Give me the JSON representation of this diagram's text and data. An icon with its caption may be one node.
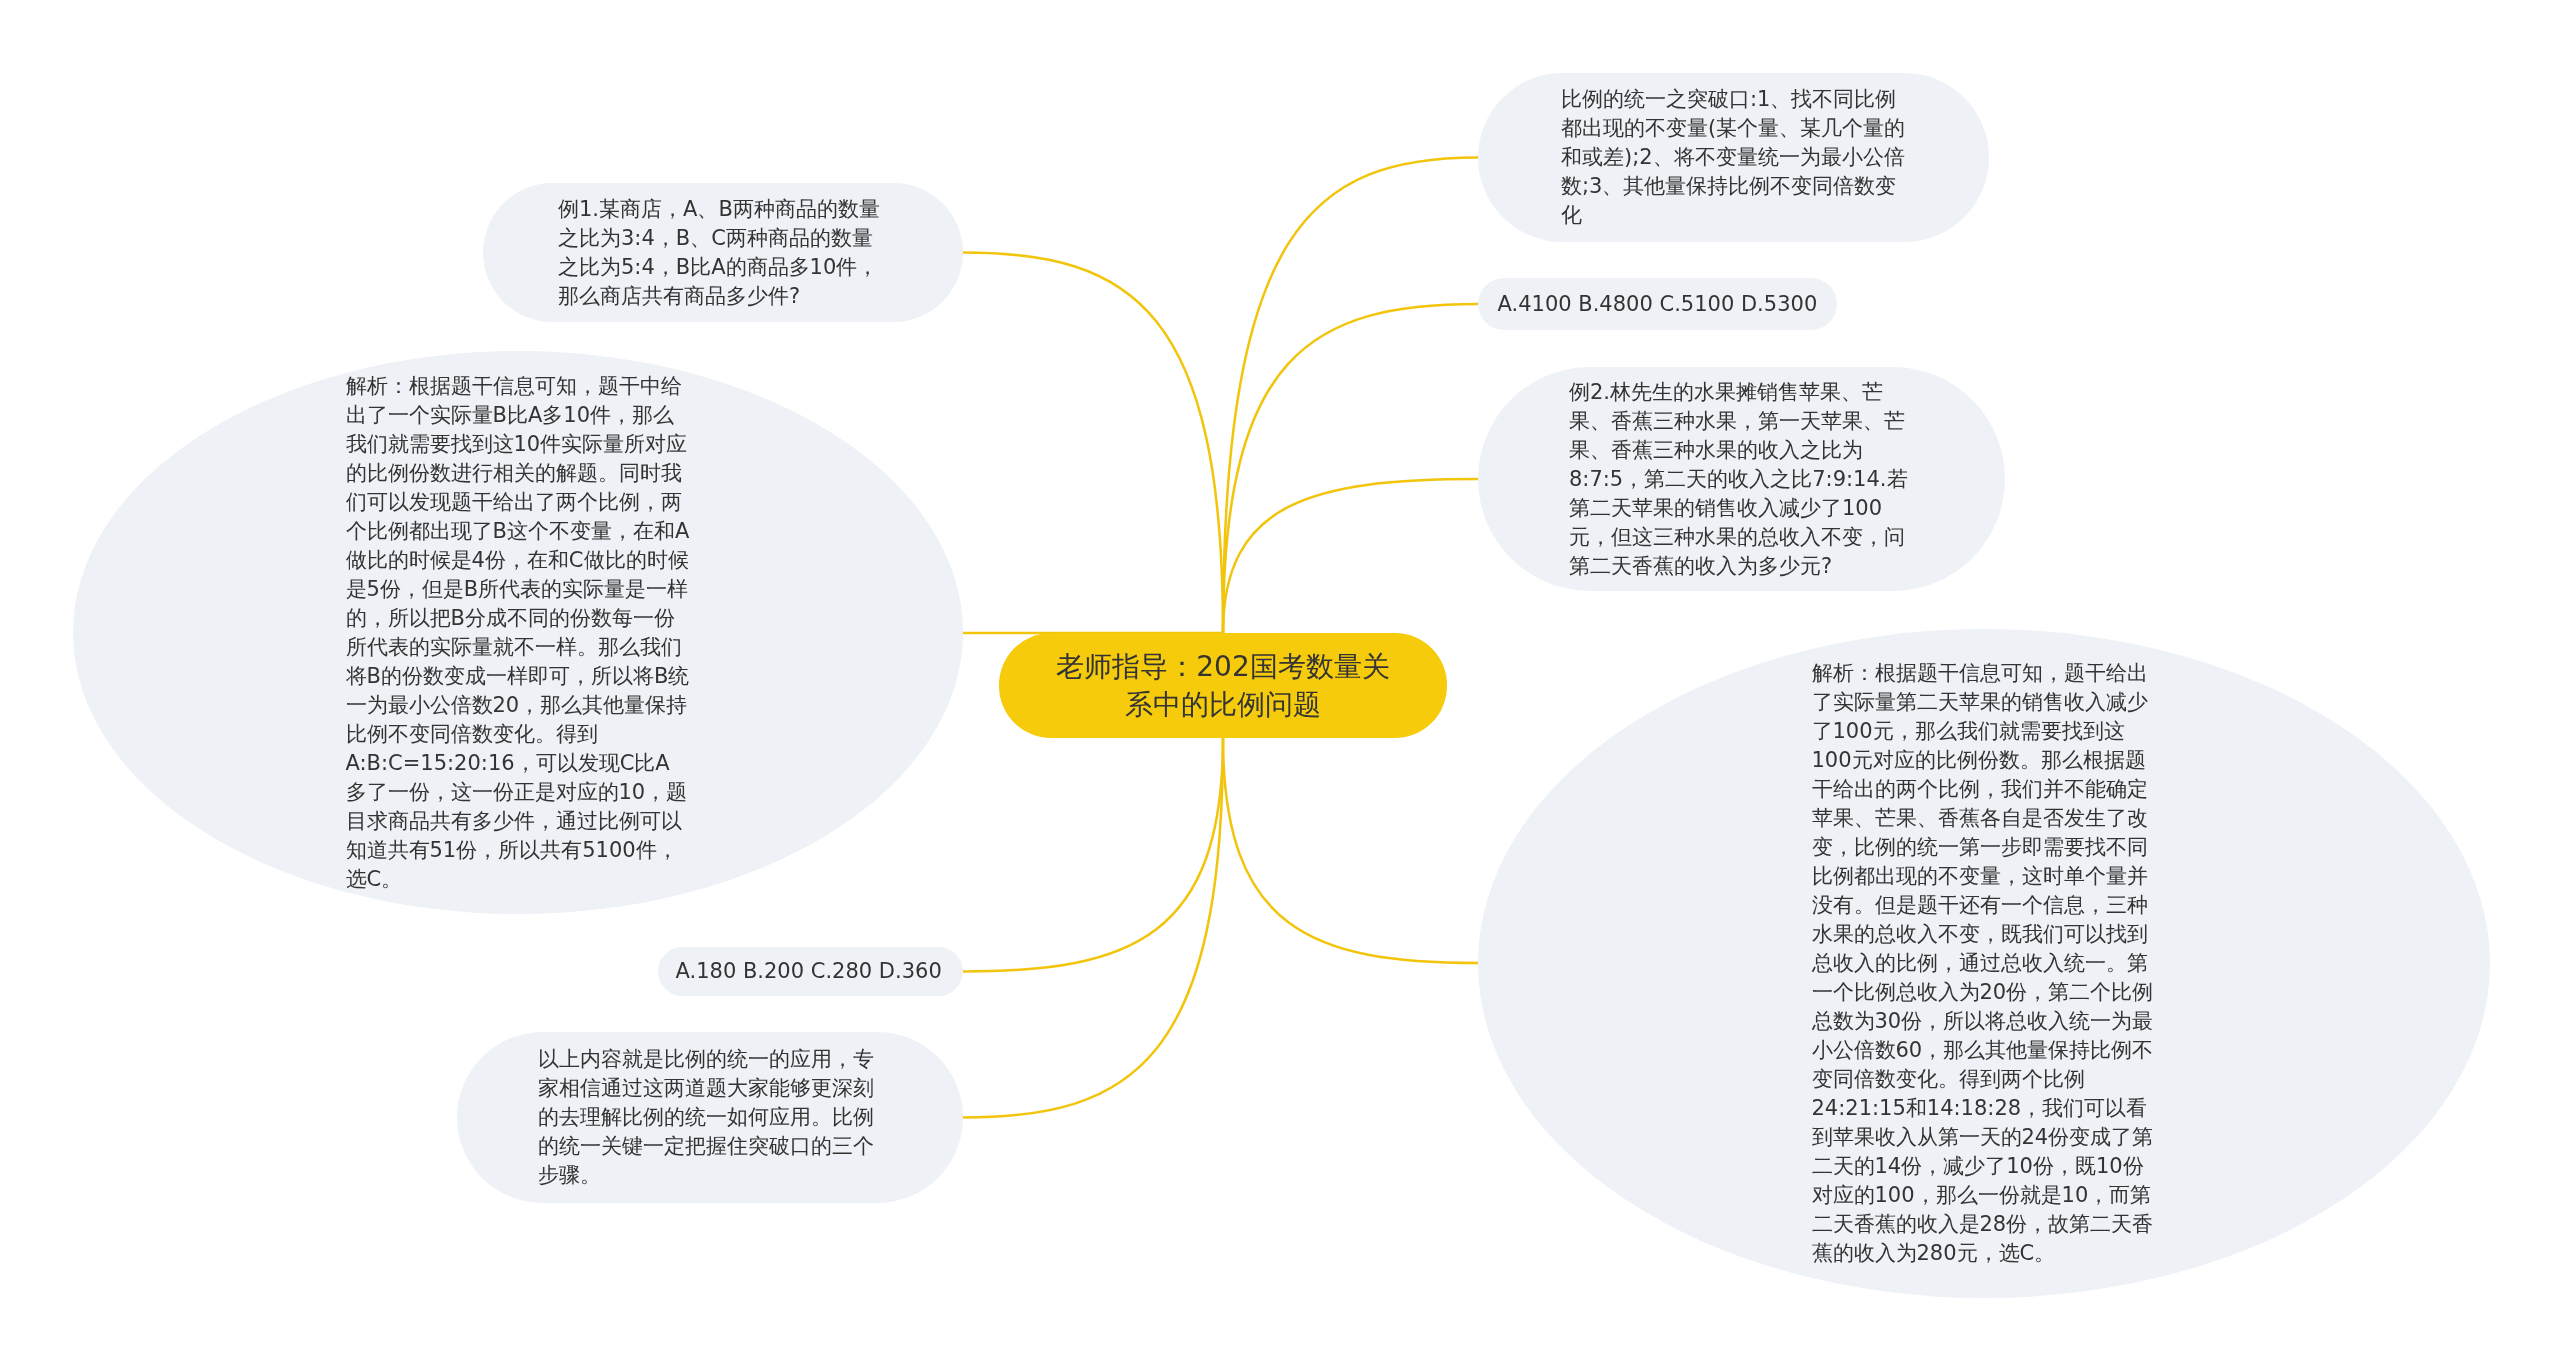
{
  "diagram": {
    "nodes": [
      {
        "text": [
          "老师指导：202国考数量关系中的比例问题"
        ]
      },
      {
        "text": [
          "例1.某商店，A、B两种商品的数量之比为3:4，B、C两种商品的数量之比为5:4，B比A的商品多10件，那么商店共有商品多少件?"
        ]
      },
      {
        "text": [
          "解析：根据题干信息可知，题干中给出了一个实际量B比A多10件，那么我们就需要找到这10件实际量所对应的比例份数进行相关的解题。同时我们可以发现题干给出了两个比例，两个比例都出现了B这个不变量，在和A做比的时候是4份，在和C做比的时候是5份，但是B所代表的实际量是一样的，所以把B分成不同的份数每一份所代表的实际量就不一样。那么我们将B的份数变成一样即可，所以将B统一为最小公倍数20，那么其他量保持比例不变同倍数变化。得到A:B:C=15:20:16，可以发现C比A多了一份，这一份正是对应的10，题目求商品共有多少件，通过比例可以知道共有51份，所以共有5100件，选C。"
        ]
      },
      {
        "text": [
          "A.180 B.200 C.280 D.360"
        ]
      },
      {
        "text": [
          "以上内容就是比例的统一的应用，专家相信通过这两道题大家能够更深刻的去理解比例的统一如何应用。比例的统一关键一定把握住突破口的三个步骤。"
        ]
      },
      {
        "text": [
          "比例的统一之突破口:1、找不同比例都出现的不变量(某个量、某几个量的和或差);2、将不变量统一为最小公倍数;3、其他量保持比例不变同倍数变化"
        ]
      },
      {
        "text": [
          "A.4100 B.4800 C.5100 D.5300"
        ]
      },
      {
        "text": [
          "例2.林先生的水果摊销售苹果、芒果、香蕉三种水果，第一天苹果、芒果、香蕉三种水果的收入之比为8:7:5，第二天的收入之比7:9:14.若第二天苹果的销售收入减少了100元，但这三种水果的总收入不变，问第二天香蕉的收入为多少元?"
        ]
      },
      {
        "text": [
          "解析：根据题干信息可知，题干给出了实际量第二天苹果的销售收入减少了100元，那么我们就需要找到这100元对应的比例份数。那么根据题干给出的两个比例，我们并不能确定苹果、芒果、香蕉各自是否发生了改变，比例的统一第一步即需要找不同比例都出现的不变量，这时单个量并没有。但是题干还有一个信息，三种水果的总收入不变，既我们可以找到总收入的比例，通过总收入统一。第一个比例总收入为20份，第二个比例总数为30份，所以将总收入统一为最小公倍数60，那么其他量保持比例不变同倍数变化。得到两个比例24:21:15和14:18:28，我们可以看到苹果收入从第一天的24份变成了第二天的14份，减少了10份，既10份对应的100，那么一份就是10，而第二天香蕉的收入是28份，故第二天香蕉的收入为280元，选C。"
        ]
      }
    ],
    "edges": [
      {
        "from": 0,
        "to": 1,
        "arrow": "none"
      },
      {
        "from": 0,
        "to": 2,
        "arrow": "none"
      },
      {
        "from": 0,
        "to": 3,
        "arrow": "none"
      },
      {
        "from": 0,
        "to": 4,
        "arrow": "none"
      },
      {
        "from": 0,
        "to": 5,
        "arrow": "none"
      },
      {
        "from": 0,
        "to": 6,
        "arrow": "none"
      },
      {
        "from": 0,
        "to": 7,
        "arrow": "none"
      },
      {
        "from": 0,
        "to": 8,
        "arrow": "none"
      }
    ]
  }
}
